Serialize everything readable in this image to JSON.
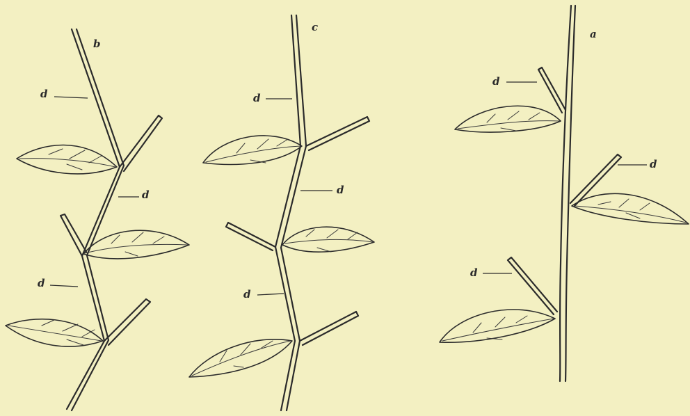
{
  "figure": {
    "background": "#f3f0c2",
    "ink": "#2b2b2b",
    "panels": [
      {
        "id": "b",
        "label": "b",
        "branch_labels": [
          "d",
          "d",
          "d"
        ]
      },
      {
        "id": "c",
        "label": "c",
        "branch_labels": [
          "d",
          "d",
          "d"
        ]
      },
      {
        "id": "a",
        "label": "a",
        "branch_labels": [
          "d",
          "d",
          "d"
        ]
      }
    ]
  }
}
